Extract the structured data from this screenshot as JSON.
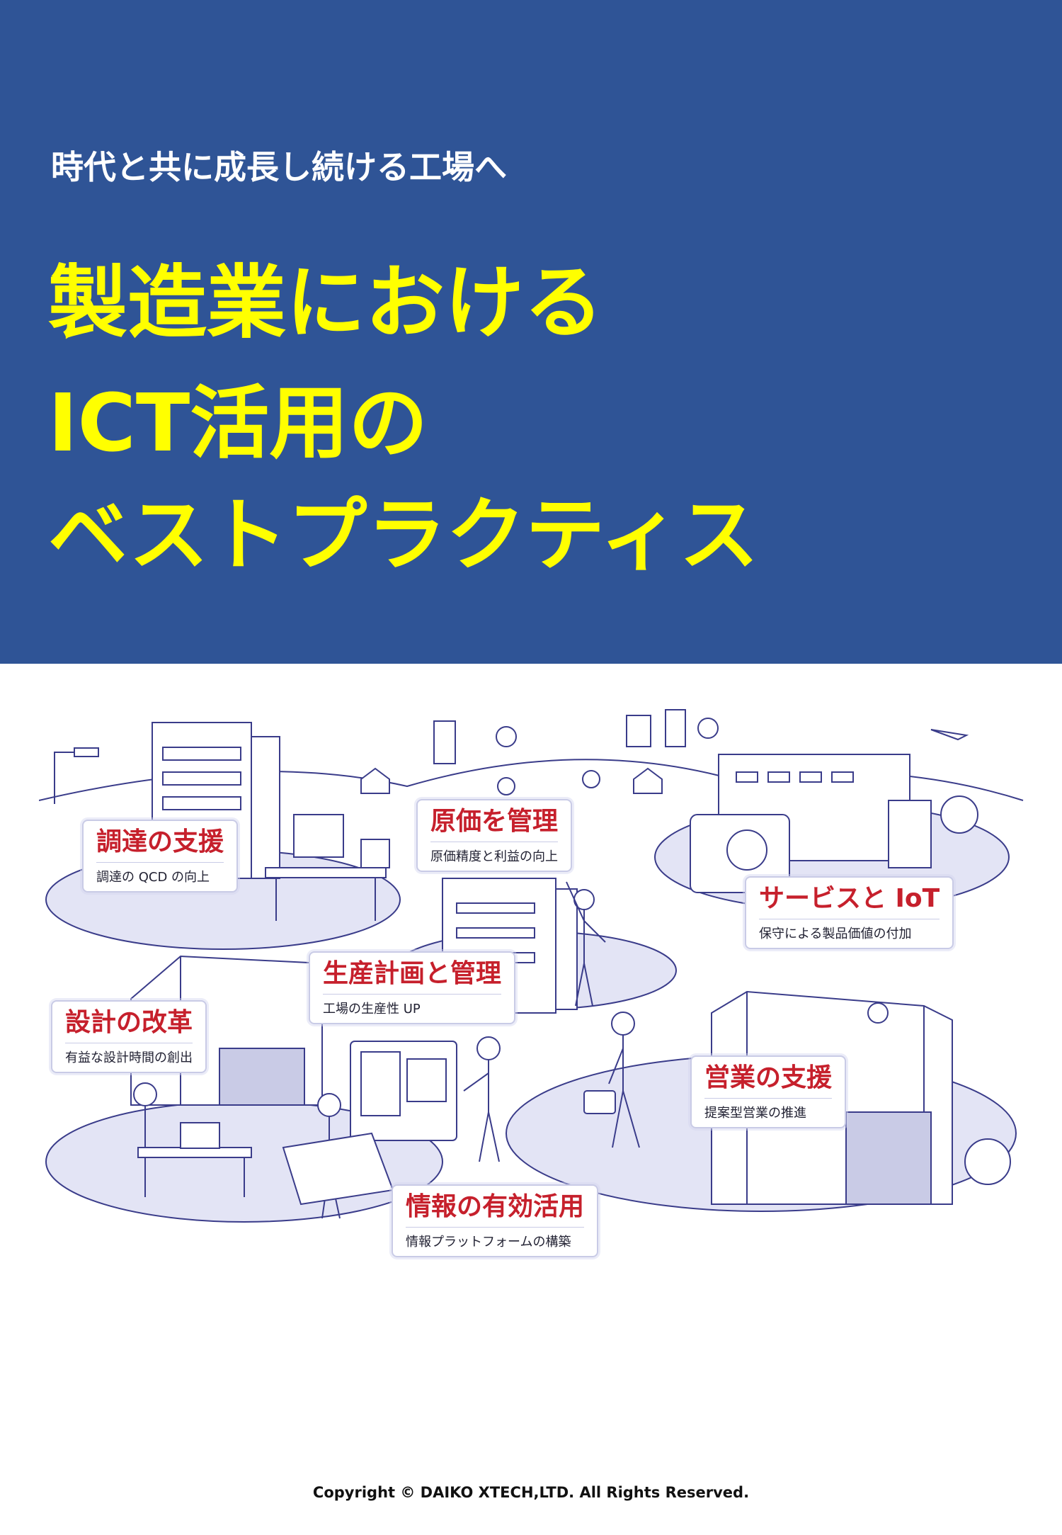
{
  "header": {
    "subtitle": "時代と共に成長し続ける工場へ",
    "title_lines": [
      "製造業における",
      "ICT活用の",
      "ベストプラクティス"
    ]
  },
  "labels": [
    {
      "title": "調達の支援",
      "subtitle": "調達の QCD の向上"
    },
    {
      "title": "原価を管理",
      "subtitle": "原価精度と利益の向上"
    },
    {
      "title": "サービスと IoT",
      "subtitle": "保守による製品価値の付加"
    },
    {
      "title": "生産計画と管理",
      "subtitle": "工場の生産性 UP"
    },
    {
      "title": "設計の改革",
      "subtitle": "有益な設計時間の創出"
    },
    {
      "title": "営業の支援",
      "subtitle": "提案型営業の推進"
    },
    {
      "title": "情報の有効活用",
      "subtitle": "情報プラットフォームの構築"
    }
  ],
  "footer": {
    "copyright": "Copyright © DAIKO XTECH,LTD. All Rights Reserved."
  },
  "colors": {
    "header_bg": "#2f5496",
    "title": "#ffff00",
    "label_title": "#c6202c",
    "line_art": "#3a3c8a",
    "island_fill": "#e3e4f5"
  }
}
